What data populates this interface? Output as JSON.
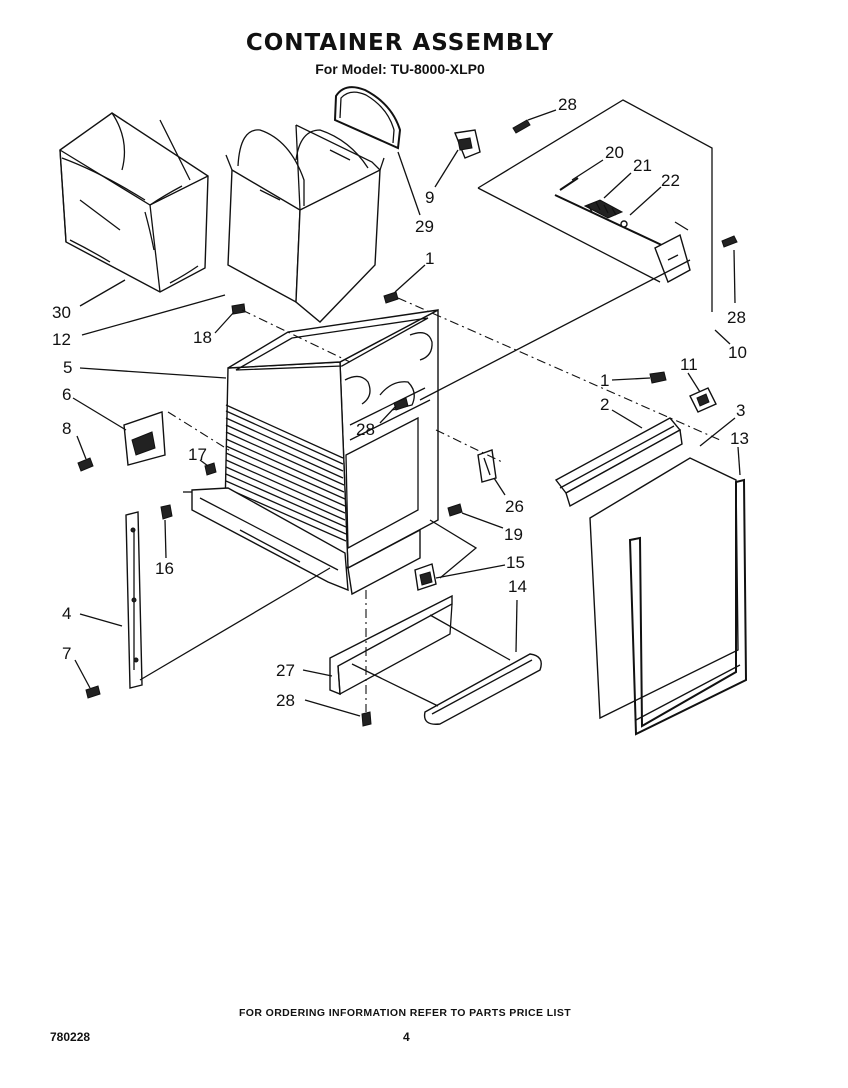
{
  "header": {
    "title": "CONTAINER ASSEMBLY",
    "subtitle": "For Model: TU-8000-XLP0"
  },
  "footer": {
    "note": "FOR ORDERING INFORMATION REFER TO PARTS PRICE LIST",
    "doc_number": "780228",
    "page_number": "4"
  },
  "callouts": [
    {
      "id": "c28a",
      "text": "28"
    },
    {
      "id": "c20",
      "text": "20"
    },
    {
      "id": "c21",
      "text": "21"
    },
    {
      "id": "c22",
      "text": "22"
    },
    {
      "id": "c9",
      "text": "9"
    },
    {
      "id": "c29",
      "text": "29"
    },
    {
      "id": "c1a",
      "text": "1"
    },
    {
      "id": "c28b",
      "text": "28"
    },
    {
      "id": "c10",
      "text": "10"
    },
    {
      "id": "c30",
      "text": "30"
    },
    {
      "id": "c12",
      "text": "12"
    },
    {
      "id": "c18",
      "text": "18"
    },
    {
      "id": "c5",
      "text": "5"
    },
    {
      "id": "c6",
      "text": "6"
    },
    {
      "id": "c8",
      "text": "8"
    },
    {
      "id": "c28c",
      "text": "28"
    },
    {
      "id": "c11",
      "text": "11"
    },
    {
      "id": "c1b",
      "text": "1"
    },
    {
      "id": "c2",
      "text": "2"
    },
    {
      "id": "c3",
      "text": "3"
    },
    {
      "id": "c13",
      "text": "13"
    },
    {
      "id": "c17",
      "text": "17"
    },
    {
      "id": "c26",
      "text": "26"
    },
    {
      "id": "c19",
      "text": "19"
    },
    {
      "id": "c16",
      "text": "16"
    },
    {
      "id": "c15",
      "text": "15"
    },
    {
      "id": "c14",
      "text": "14"
    },
    {
      "id": "c4",
      "text": "4"
    },
    {
      "id": "c7",
      "text": "7"
    },
    {
      "id": "c27",
      "text": "27"
    },
    {
      "id": "c28d",
      "text": "28"
    }
  ]
}
